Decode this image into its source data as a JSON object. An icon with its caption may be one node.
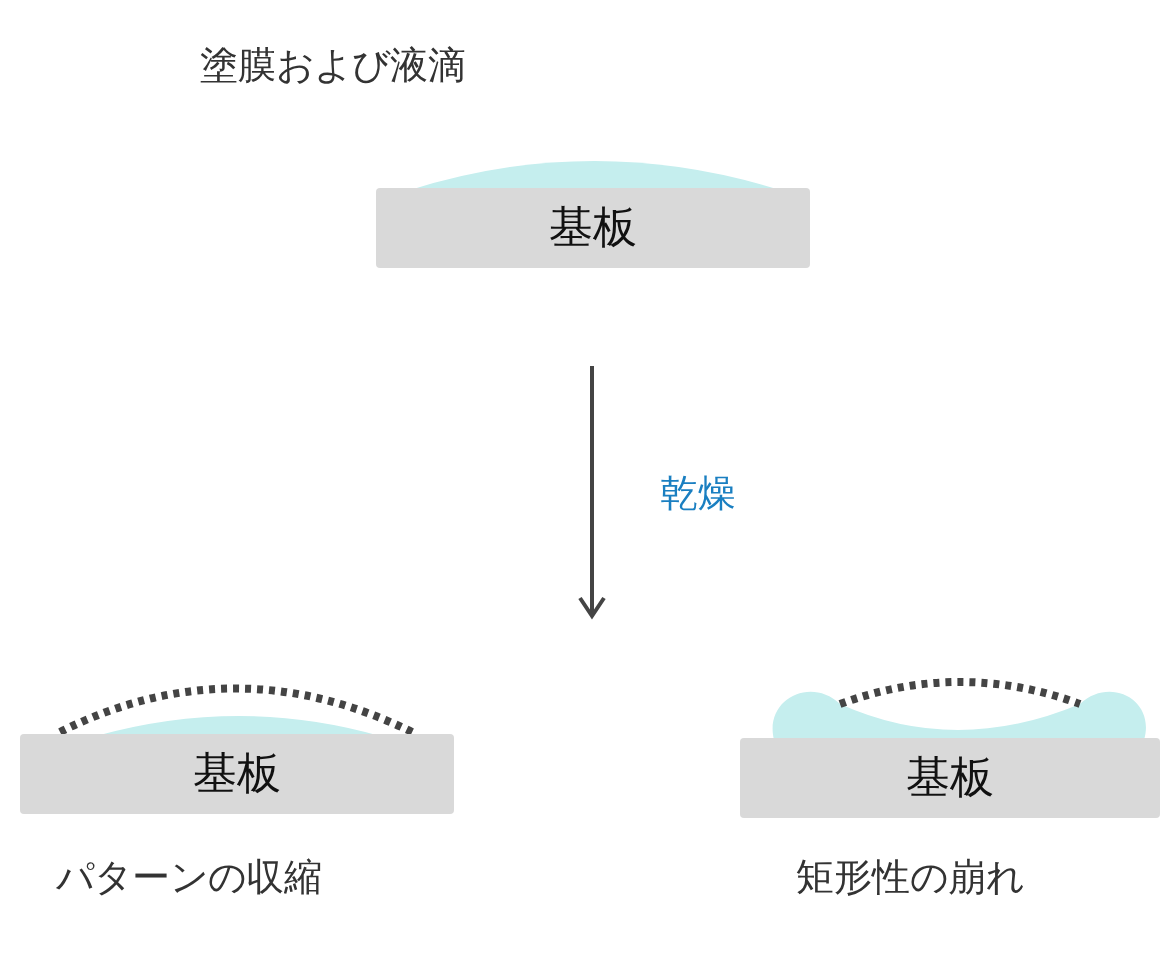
{
  "diagram": {
    "nodes": [
      {
        "text": [
          "基板"
        ]
      },
      {
        "text": [
          "基板"
        ]
      },
      {
        "text": [
          "基板"
        ]
      }
    ],
    "labels": [
      "塗膜および液滴",
      "乾燥",
      "パターンの収縮",
      "矩形性の崩れ"
    ]
  }
}
